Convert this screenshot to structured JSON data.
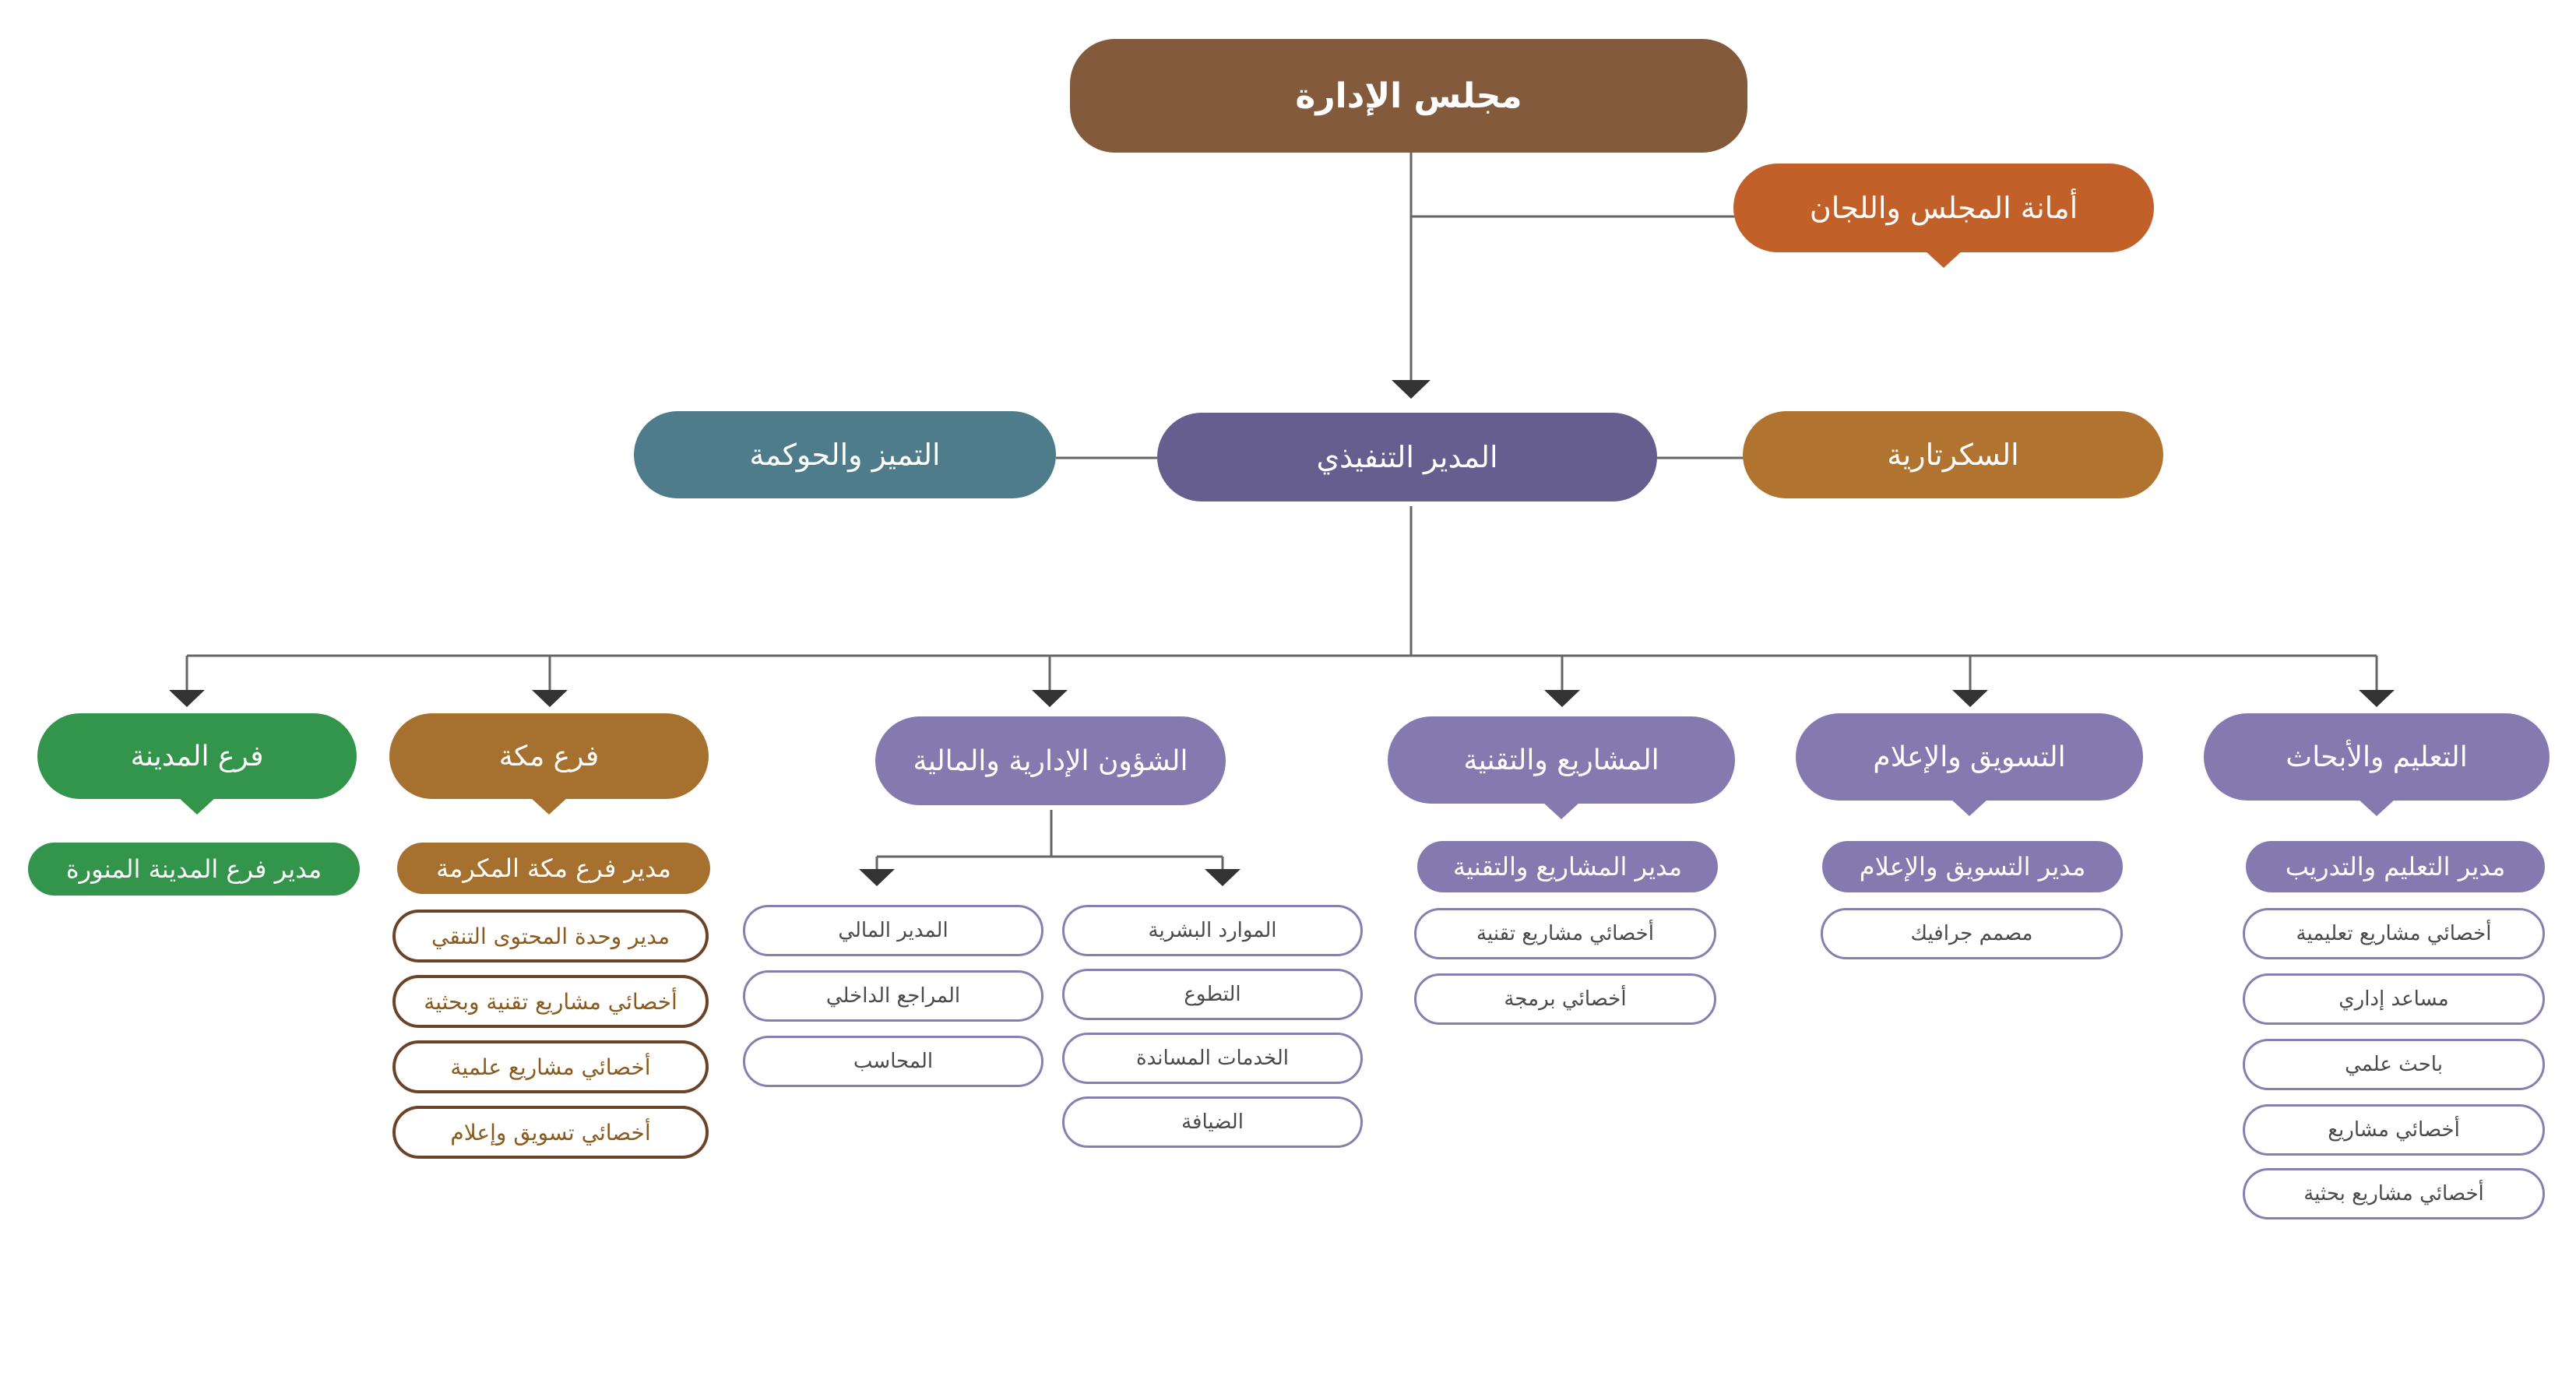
{
  "colors": {
    "board": "#845a3c",
    "secretariat": "#c2602a",
    "ceo": "#665e8f",
    "excellence": "#4e7c8b",
    "secretary": "#b07430",
    "dept": "#857ab0",
    "makkah": "#a6712f",
    "madinah": "#33954b",
    "line": "#666666"
  },
  "board": "مجلس الإدارة",
  "board_secretariat": "أمانة المجلس واللجان",
  "ceo": "المدير التنفيذي",
  "excellence_governance": "التميز والحوكمة",
  "secretary": "السكرتارية",
  "departments": {
    "education": {
      "title": "التعليم والأبحاث",
      "manager": "مدير التعليم والتدريب",
      "staff": [
        "أخصائي مشاريع تعليمية",
        "مساعد إداري",
        "باحث علمي",
        "أخصائي مشاريع",
        "أخصائي مشاريع بحثية"
      ]
    },
    "marketing": {
      "title": "التسويق والإعلام",
      "manager": "مدير التسويق والإعلام",
      "staff": [
        "مصمم جرافيك"
      ]
    },
    "projects": {
      "title": "المشاريع والتقنية",
      "manager": "مدير المشاريع والتقنية",
      "staff": [
        "أخصائي مشاريع تقنية",
        "أخصائي برمجة"
      ]
    },
    "admin_finance": {
      "title": "الشؤون الإدارية والمالية",
      "right_column": [
        "الموارد البشرية",
        "التطوع",
        "الخدمات المساندة",
        "الضيافة"
      ],
      "left_column": [
        "المدير المالي",
        "المراجع الداخلي",
        "المحاسب"
      ]
    },
    "makkah": {
      "title": "فرع مكة",
      "manager": "مدير فرع مكة المكرمة",
      "staff": [
        "مدير وحدة المحتوى التنقي",
        "أخصائي مشاريع تقنية وبحثية",
        "أخصائي مشاريع علمية",
        "أخصائي تسويق وإعلام"
      ]
    },
    "madinah": {
      "title": "فرع المدينة",
      "manager": "مدير فرع المدينة المنورة"
    }
  }
}
